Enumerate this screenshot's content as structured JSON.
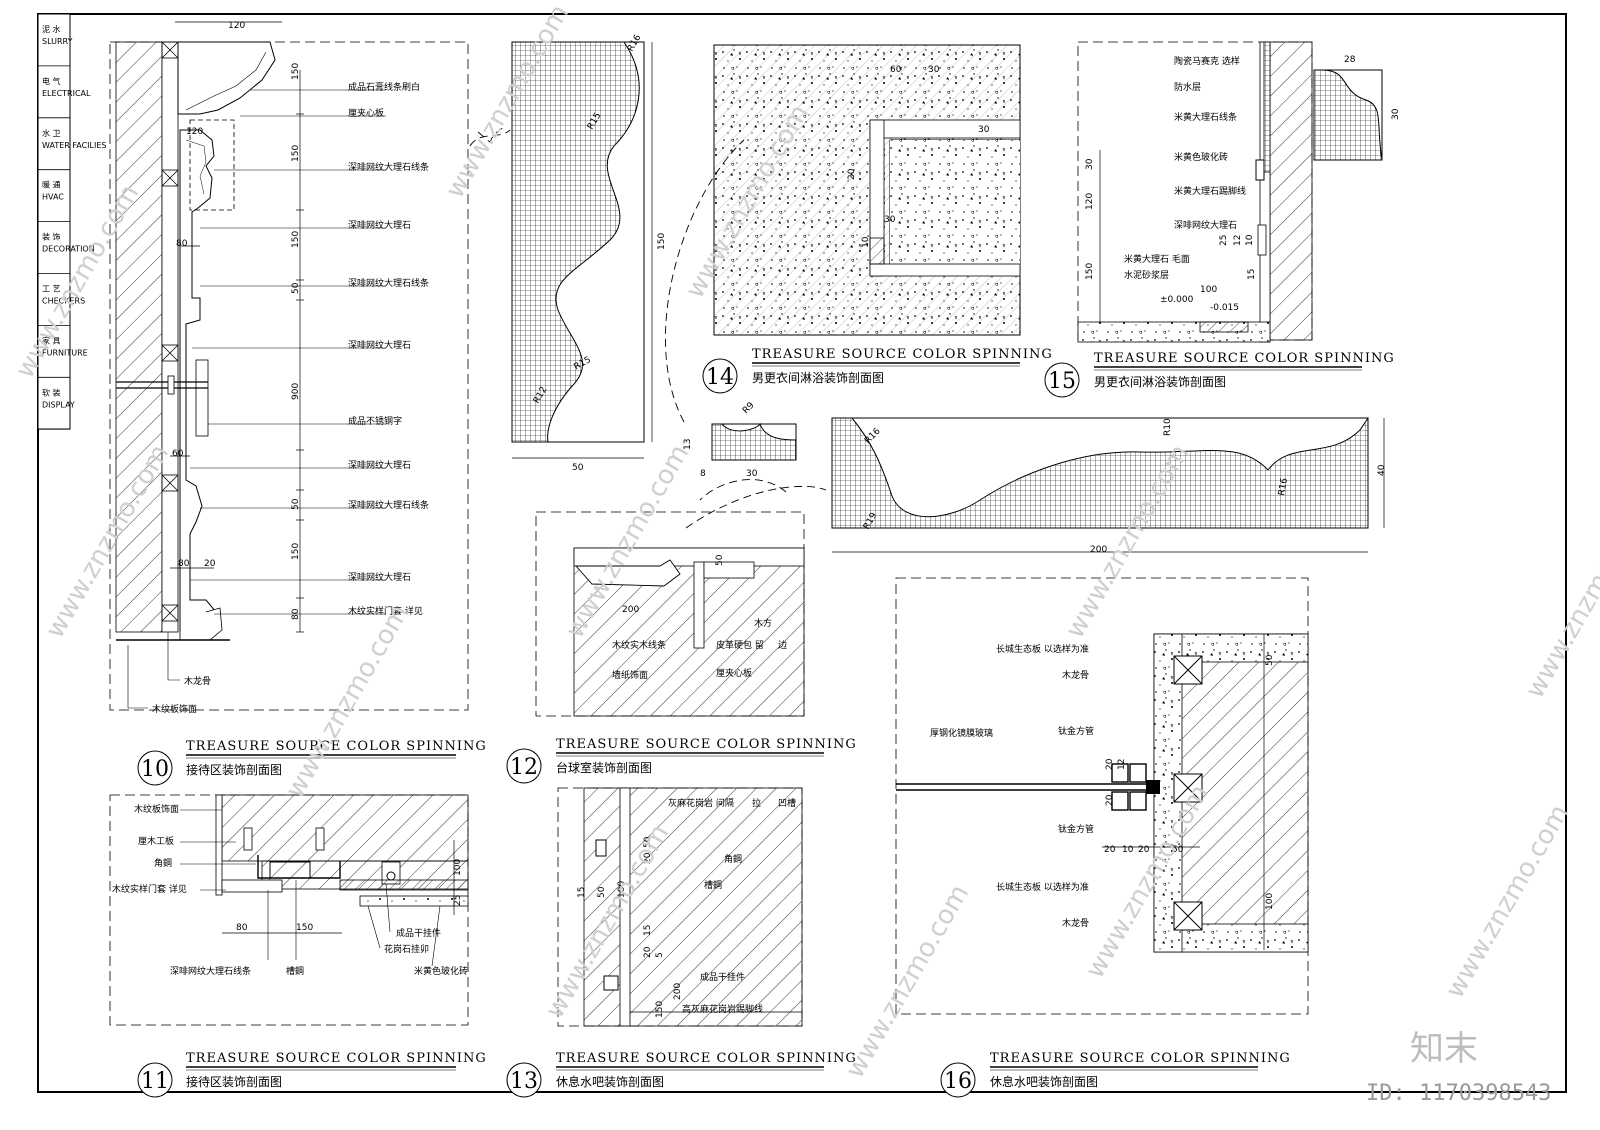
{
  "sidebar": {
    "items": [
      {
        "zh": "泥 水",
        "en": "SLURRY"
      },
      {
        "zh": "电 气",
        "en": "ELECTRICAL"
      },
      {
        "zh": "水 卫",
        "en": "WATER FACILIES"
      },
      {
        "zh": "暖 通",
        "en": "HVAC"
      },
      {
        "zh": "装 饰",
        "en": "DECORATION"
      },
      {
        "zh": "工 艺",
        "en": "CHECKERS"
      },
      {
        "zh": "家 具",
        "en": "FURNITURE"
      },
      {
        "zh": "软 装",
        "en": "DISPLAY"
      }
    ]
  },
  "details": [
    {
      "number": "10",
      "title": "TREASURE SOURCE COLOR SPINNING",
      "subtitle": "接待区装饰剖面图"
    },
    {
      "number": "11",
      "title": "TREASURE SOURCE COLOR SPINNING",
      "subtitle": "接待区装饰剖面图"
    },
    {
      "number": "12",
      "title": "TREASURE SOURCE COLOR SPINNING",
      "subtitle": "台球室装饰剖面图"
    },
    {
      "number": "13",
      "title": "TREASURE SOURCE COLOR SPINNING",
      "subtitle": "休息水吧装饰剖面图"
    },
    {
      "number": "14",
      "title": "TREASURE SOURCE COLOR SPINNING",
      "subtitle": "男更衣间淋浴装饰剖面图"
    },
    {
      "number": "15",
      "title": "TREASURE SOURCE COLOR SPINNING",
      "subtitle": "男更衣间淋浴装饰剖面图"
    },
    {
      "number": "16",
      "title": "TREASURE SOURCE COLOR SPINNING",
      "subtitle": "休息水吧装饰剖面图"
    }
  ],
  "labels": {
    "d10": [
      "成品石膏线条刷白",
      "厘夹心板",
      "深啡网纹大理石线条",
      "深啡网纹大理石",
      "深啡网纹大理石线条",
      "深啡网纹大理石",
      "成品不锈钢字",
      "深啡网纹大理石",
      "深啡网纹大理石线条",
      "深啡网纹大理石",
      "木纹实样门套 详见",
      "木龙骨",
      "木纹板饰面"
    ],
    "d10_dims": [
      "120",
      "150",
      "150",
      "150",
      "50",
      "900",
      "50",
      "150",
      "80",
      "120",
      "80",
      "60",
      "80",
      "20"
    ],
    "d11": [
      "木纹板饰面",
      "厘木工板",
      "角鋼",
      "木纹实样门套 详见",
      "深啡网纹大理石线条",
      "槽鋼",
      "成品干挂件",
      "花岗石挂卯",
      "米黄色玻化砖"
    ],
    "d11_dims": [
      "80",
      "150",
      "100",
      "25"
    ],
    "d12": [
      "木纹实木线条",
      "墙纸饰面",
      "皮革硬包 留",
      "边",
      "木方",
      "厘夹心板"
    ],
    "d12_dims": [
      "200",
      "50"
    ],
    "d13": [
      "灰麻花岗岩 间隔",
      "拉",
      "凹槽",
      "角鋼",
      "槽鋼",
      "成品干挂件",
      "高灰麻花岗岩踢脚线"
    ],
    "d13_dims": [
      "50",
      "20",
      "15",
      "50",
      "100",
      "15",
      "20",
      "5",
      "200",
      "150"
    ],
    "d14_dims": [
      "60",
      "30",
      "20",
      "30",
      "10",
      "30"
    ],
    "d15": [
      "陶瓷马赛克 选样",
      "防水层",
      "米黄大理石线条",
      "米黄色玻化砖",
      "米黄大理石踢脚线",
      "深啡网纹大理石",
      "米黄大理石 毛面",
      "水泥砂浆层",
      "±0.000",
      "-0.015"
    ],
    "d15_dims": [
      "30",
      "120",
      "150",
      "100",
      "12",
      "10",
      "25",
      "15",
      "28",
      "30"
    ],
    "d16": [
      "长城生态板 以选样为准",
      "木龙骨",
      "厚钢化镜膜玻璃",
      "钛金方管",
      "钛金方管",
      "长城生态板 以选样为准",
      "木龙骨"
    ],
    "d16_dims": [
      "50",
      "20",
      "12",
      "20",
      "20",
      "10",
      "20",
      "50",
      "100"
    ],
    "mosaic1_dims": [
      "50",
      "150",
      "R16",
      "R15",
      "R15",
      "R12"
    ],
    "mosaic2_dims": [
      "13",
      "30",
      "R9",
      "8"
    ],
    "mosaic3_dims": [
      "200",
      "40",
      "R19",
      "R16",
      "R10",
      "R16"
    ]
  },
  "watermark": {
    "text": "www.znzmo.com",
    "logo": "知末",
    "id": "ID: 1170398543"
  },
  "colors": {
    "ink": "#000000",
    "watermark": "#cfcfcf",
    "id": "#9a9a9a"
  }
}
